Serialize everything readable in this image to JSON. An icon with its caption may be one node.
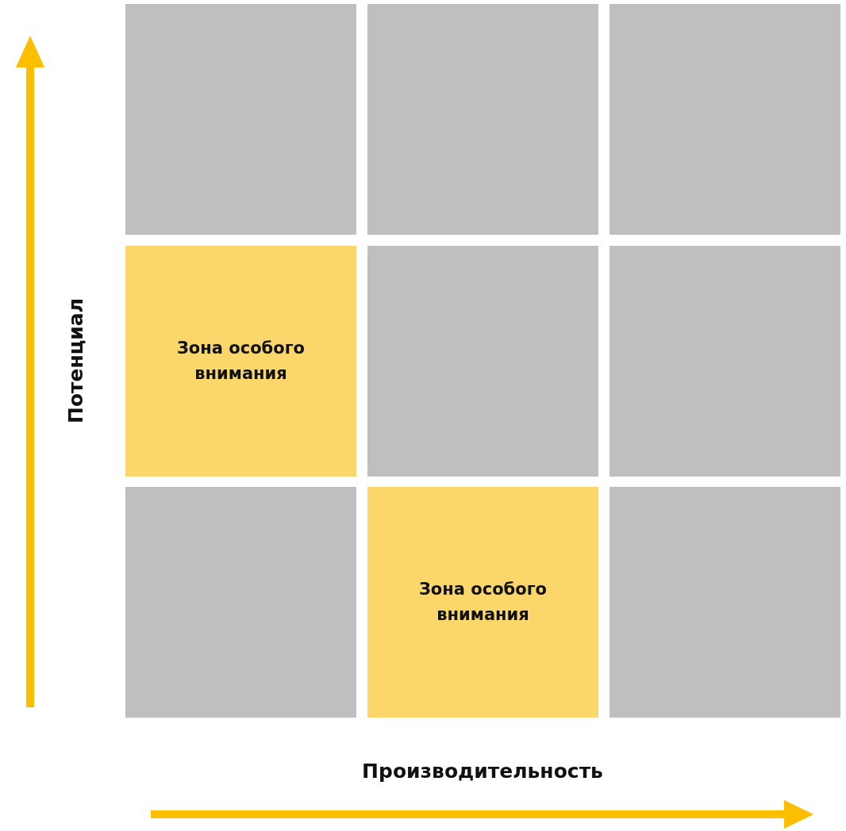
{
  "diagram": {
    "nodes": [
      {
        "text": [],
        "shape": "box"
      },
      {
        "text": [],
        "shape": "box"
      },
      {
        "text": [],
        "shape": "box"
      },
      {
        "text": [
          "Зона особого внимания"
        ]
      },
      {
        "text": [],
        "shape": "box"
      },
      {
        "text": [],
        "shape": "box"
      },
      {
        "text": [],
        "shape": "box"
      },
      {
        "text": [
          "Зона особого внимания"
        ]
      },
      {
        "text": [],
        "shape": "box"
      }
    ],
    "labels": [
      "Потенциал",
      "Производительность"
    ]
  }
}
